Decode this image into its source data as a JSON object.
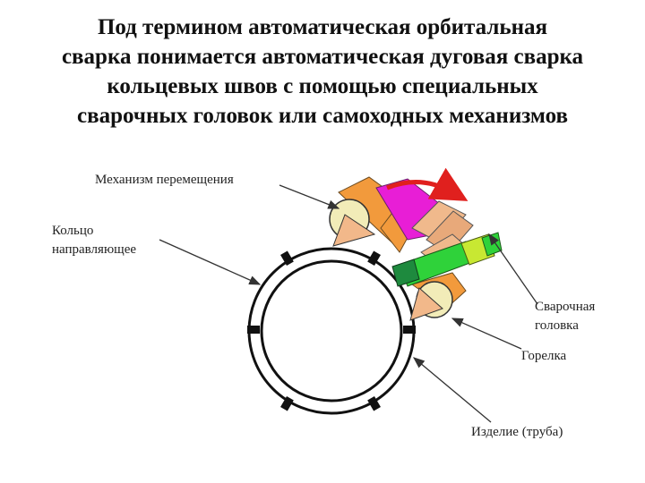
{
  "title_lines": [
    "Под термином автоматическая орбитальная",
    "сварка понимается автоматическая дуговая сварка",
    "кольцевых швов с помощью специальных",
    "сварочных головок или самоходных механизмов"
  ],
  "labels": {
    "mechanism": "Механизм перемещения",
    "ring_line1": "Кольцо",
    "ring_line2": "направляющее",
    "head_line1": "Сварочная",
    "head_line2": "головка",
    "torch": "Горелка",
    "workpiece": "Изделие (труба)"
  },
  "colors": {
    "orange": "#f29a3c",
    "magenta": "#e81ed6",
    "salmon": "#f0b98c",
    "green": "#2fd23a",
    "dark_green": "#1e8a3e",
    "yellow_green": "#c8e832",
    "red_arrow": "#e0201e",
    "roller": "#f2ecb8",
    "cone": "#f2b88a"
  }
}
